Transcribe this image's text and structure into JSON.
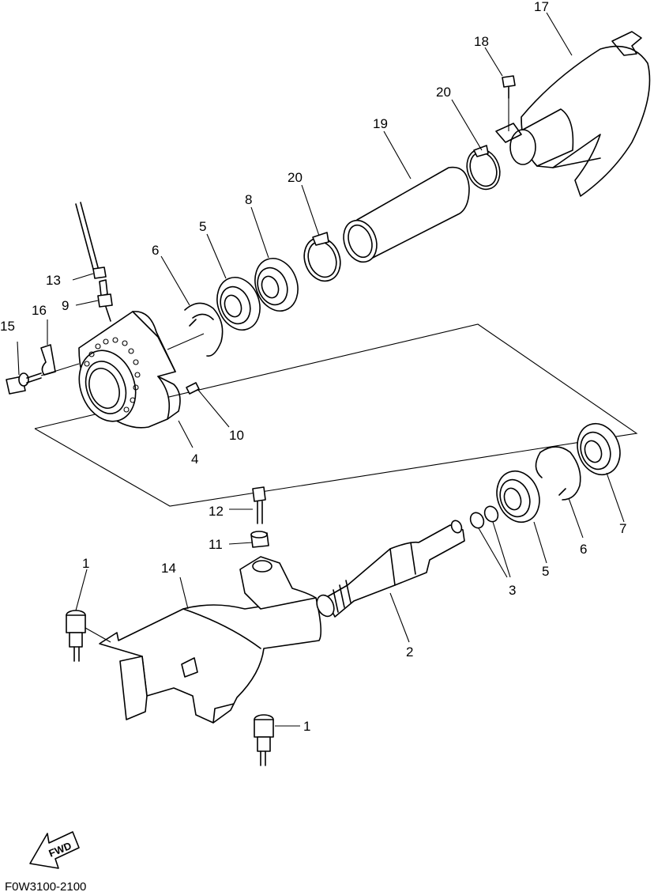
{
  "callouts": {
    "c1a": "1",
    "c1b": "1",
    "c2": "2",
    "c3": "3",
    "c4": "4",
    "c5a": "5",
    "c5b": "5",
    "c6a": "6",
    "c6b": "6",
    "c7": "7",
    "c8": "8",
    "c9": "9",
    "c10": "10",
    "c11": "11",
    "c12": "12",
    "c13": "13",
    "c14": "14",
    "c15": "15",
    "c16": "16",
    "c17": "17",
    "c18": "18",
    "c19": "19",
    "c20a": "20",
    "c20b": "20"
  },
  "fwd_label": "FWD",
  "diagram_code": "F0W3100-2100"
}
